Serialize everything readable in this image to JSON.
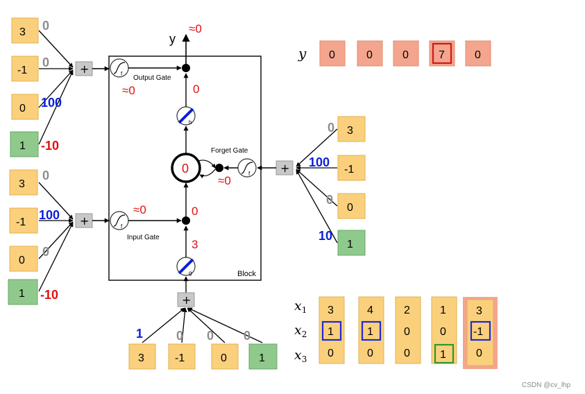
{
  "block_label": "Block",
  "output_label": "y",
  "output_value": "≈0",
  "gates": {
    "output": {
      "label": "Output Gate",
      "value": "≈0",
      "glyph": "f"
    },
    "input": {
      "label": "Input Gate",
      "value": "≈0",
      "glyph": "f"
    },
    "forget": {
      "label": "Forget Gate",
      "value": "≈0",
      "glyph": "f"
    }
  },
  "cell": {
    "value": "0"
  },
  "h_node": {
    "glyph": "h",
    "value": "0"
  },
  "g_node": {
    "glyph": "g",
    "value": "3"
  },
  "input_mult_value": "0",
  "plus_symbol": "+",
  "groups": {
    "output_gate_inputs": [
      {
        "x": "3",
        "w": "0"
      },
      {
        "x": "-1",
        "w": "0"
      },
      {
        "x": "0",
        "w": "100"
      },
      {
        "x": "1",
        "w": "-10"
      }
    ],
    "input_gate_inputs": [
      {
        "x": "3",
        "w": "0"
      },
      {
        "x": "-1",
        "w": "100"
      },
      {
        "x": "0",
        "w": "0"
      },
      {
        "x": "1",
        "w": "-10"
      }
    ],
    "forget_gate_inputs": [
      {
        "x": "3",
        "w": "0"
      },
      {
        "x": "-1",
        "w": "100"
      },
      {
        "x": "0",
        "w": "0"
      },
      {
        "x": "1",
        "w": "10"
      }
    ],
    "g_inputs": [
      {
        "x": "3",
        "w": "1"
      },
      {
        "x": "-1",
        "w": "0"
      },
      {
        "x": "0",
        "w": "0"
      },
      {
        "x": "1",
        "w": "0"
      }
    ]
  },
  "sequence": {
    "row_labels": [
      "x",
      "x",
      "x"
    ],
    "row_subscripts": [
      "1",
      "2",
      "3"
    ],
    "y_label": "y",
    "y_values": [
      "0",
      "0",
      "0",
      "7",
      "0"
    ],
    "columns": [
      [
        "3",
        "1",
        "0"
      ],
      [
        "4",
        "1",
        "0"
      ],
      [
        "2",
        "0",
        "0"
      ],
      [
        "1",
        "0",
        "1"
      ],
      [
        "3",
        "-1",
        "0"
      ]
    ]
  },
  "watermark": "CSDN @cv_lhp",
  "colors": {
    "cell_orange": "#fbd07c",
    "cell_green": "#8fc98b",
    "y_salmon": "#f4a58d",
    "weight_gray": "#8c8c8c",
    "weight_blue": "#0b1fd6",
    "weight_red": "#e01010",
    "highlight_blue": "#1a2bd6",
    "highlight_green": "#2a9a2a",
    "highlight_red": "#d01818"
  }
}
